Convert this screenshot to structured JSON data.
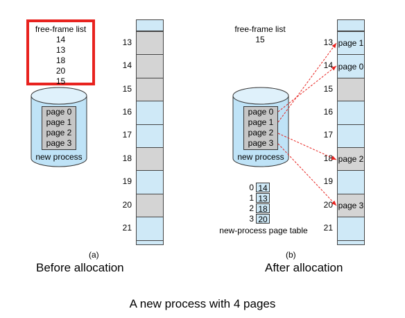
{
  "left": {
    "free_frame_title": "free-frame list",
    "free_frames": [
      "14",
      "13",
      "18",
      "20",
      "15"
    ],
    "process_pages": [
      "page 0",
      "page 1",
      "page 2",
      "page 3"
    ],
    "process_label": "new process",
    "panel_label": "(a)",
    "caption": "Before allocation",
    "frames": [
      {
        "num": "13",
        "state": "used",
        "content": ""
      },
      {
        "num": "14",
        "state": "used",
        "content": ""
      },
      {
        "num": "15",
        "state": "used",
        "content": ""
      },
      {
        "num": "16",
        "state": "free",
        "content": ""
      },
      {
        "num": "17",
        "state": "free",
        "content": ""
      },
      {
        "num": "18",
        "state": "used",
        "content": ""
      },
      {
        "num": "19",
        "state": "free",
        "content": ""
      },
      {
        "num": "20",
        "state": "used",
        "content": ""
      },
      {
        "num": "21",
        "state": "free",
        "content": ""
      }
    ]
  },
  "right": {
    "free_frame_title": "free-frame list",
    "free_frames": [
      "15"
    ],
    "process_pages": [
      "page 0",
      "page 1",
      "page 2",
      "page 3"
    ],
    "process_label": "new process",
    "page_table": [
      {
        "index": "0",
        "frame": "14"
      },
      {
        "index": "1",
        "frame": "13"
      },
      {
        "index": "2",
        "frame": "18"
      },
      {
        "index": "3",
        "frame": "20"
      }
    ],
    "page_table_label": "new-process page table",
    "panel_label": "(b)",
    "caption": "After allocation",
    "frames": [
      {
        "num": "13",
        "state": "free",
        "content": "page 1"
      },
      {
        "num": "14",
        "state": "free",
        "content": "page 0"
      },
      {
        "num": "15",
        "state": "used",
        "content": ""
      },
      {
        "num": "16",
        "state": "free",
        "content": ""
      },
      {
        "num": "17",
        "state": "free",
        "content": ""
      },
      {
        "num": "18",
        "state": "used",
        "content": "page 2"
      },
      {
        "num": "19",
        "state": "free",
        "content": ""
      },
      {
        "num": "20",
        "state": "used",
        "content": "page 3"
      },
      {
        "num": "21",
        "state": "free",
        "content": ""
      }
    ]
  },
  "title": "A new process with 4 pages",
  "colors": {
    "free_frame": "#cfe9f7",
    "used_frame": "#d4d4d4",
    "highlight": "#e8221e",
    "arrow": "#e8221e",
    "cylinder": "#bfe3f7"
  }
}
